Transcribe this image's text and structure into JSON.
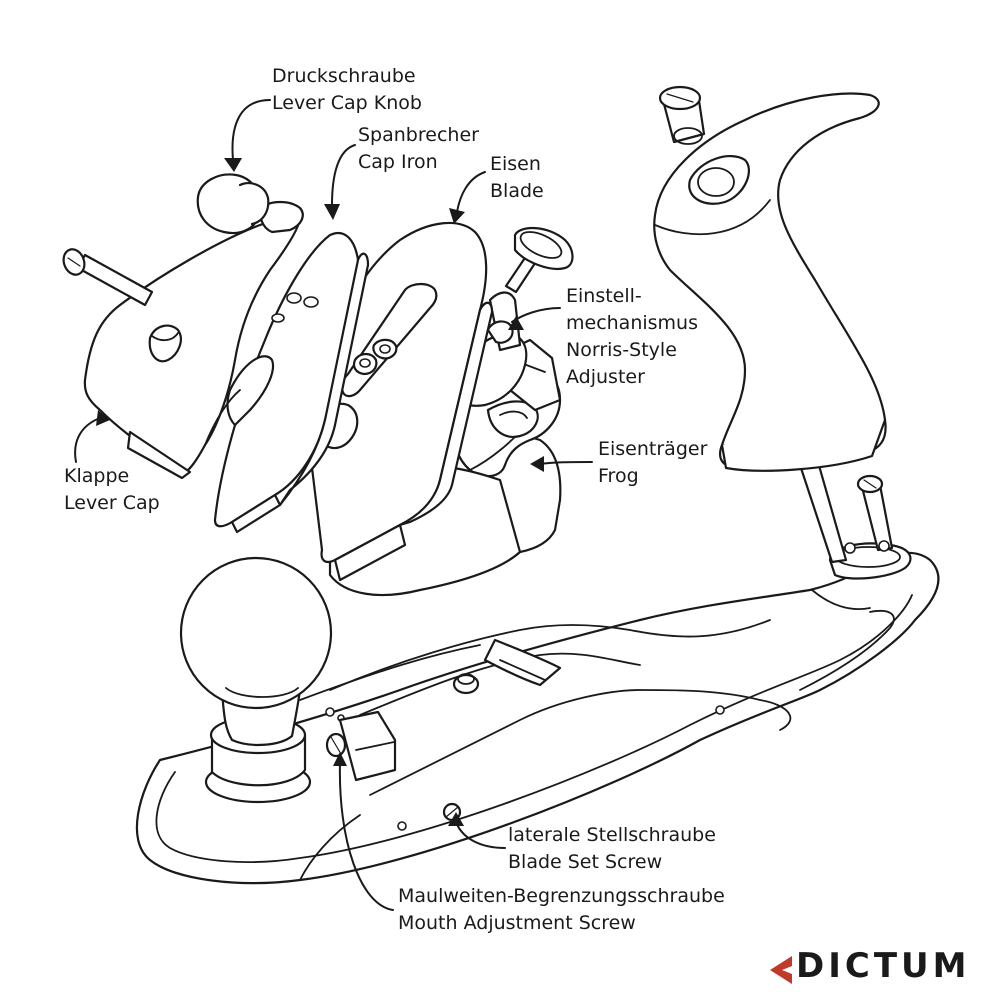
{
  "diagram": {
    "labels": {
      "lever_cap_knob": {
        "de": "Druckschraube",
        "en": "Lever Cap Knob"
      },
      "cap_iron": {
        "de": "Spanbrecher",
        "en": "Cap Iron"
      },
      "blade": {
        "de": "Eisen",
        "en": "Blade"
      },
      "adjuster": {
        "de_line1": "Einstell-",
        "de_line2": "mechanismus",
        "en_line1": "Norris-Style",
        "en_line2": "Adjuster"
      },
      "frog": {
        "de": "Eisenträger",
        "en": "Frog"
      },
      "lever_cap": {
        "de": "Klappe",
        "en": "Lever Cap"
      },
      "blade_set_screw": {
        "de": "laterale Stellschraube",
        "en": "Blade Set Screw"
      },
      "mouth_screw": {
        "de": "Maulweiten-Begrenzungsschraube",
        "en": "Mouth Adjustment Screw"
      }
    }
  },
  "brand": {
    "name": "DICTUM",
    "accent_color": "#c0392b"
  },
  "colors": {
    "ink": "#1a1a1a",
    "background": "#ffffff"
  }
}
